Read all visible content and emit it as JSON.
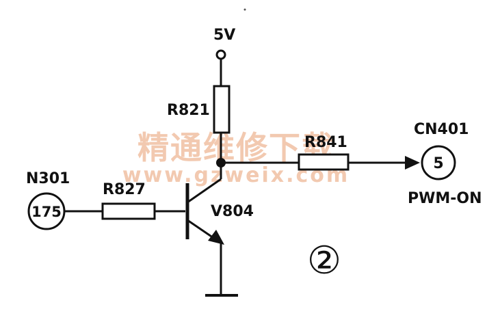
{
  "diagram": {
    "supply_label": "5V",
    "resistors": {
      "r_collector": "R821",
      "r_base": "R827",
      "r_series": "R841"
    },
    "transistor_label": "V804",
    "connectors": {
      "input": {
        "name": "N301",
        "pin": "175"
      },
      "output": {
        "name": "CN401",
        "pin": "5",
        "signal": "PWM-ON"
      }
    },
    "figure_number": "②"
  },
  "watermark": {
    "text_cn": "精通维修下载",
    "url": "www.gzweix.com",
    "color": "#f2c9b0"
  },
  "ink_color": "#111111"
}
